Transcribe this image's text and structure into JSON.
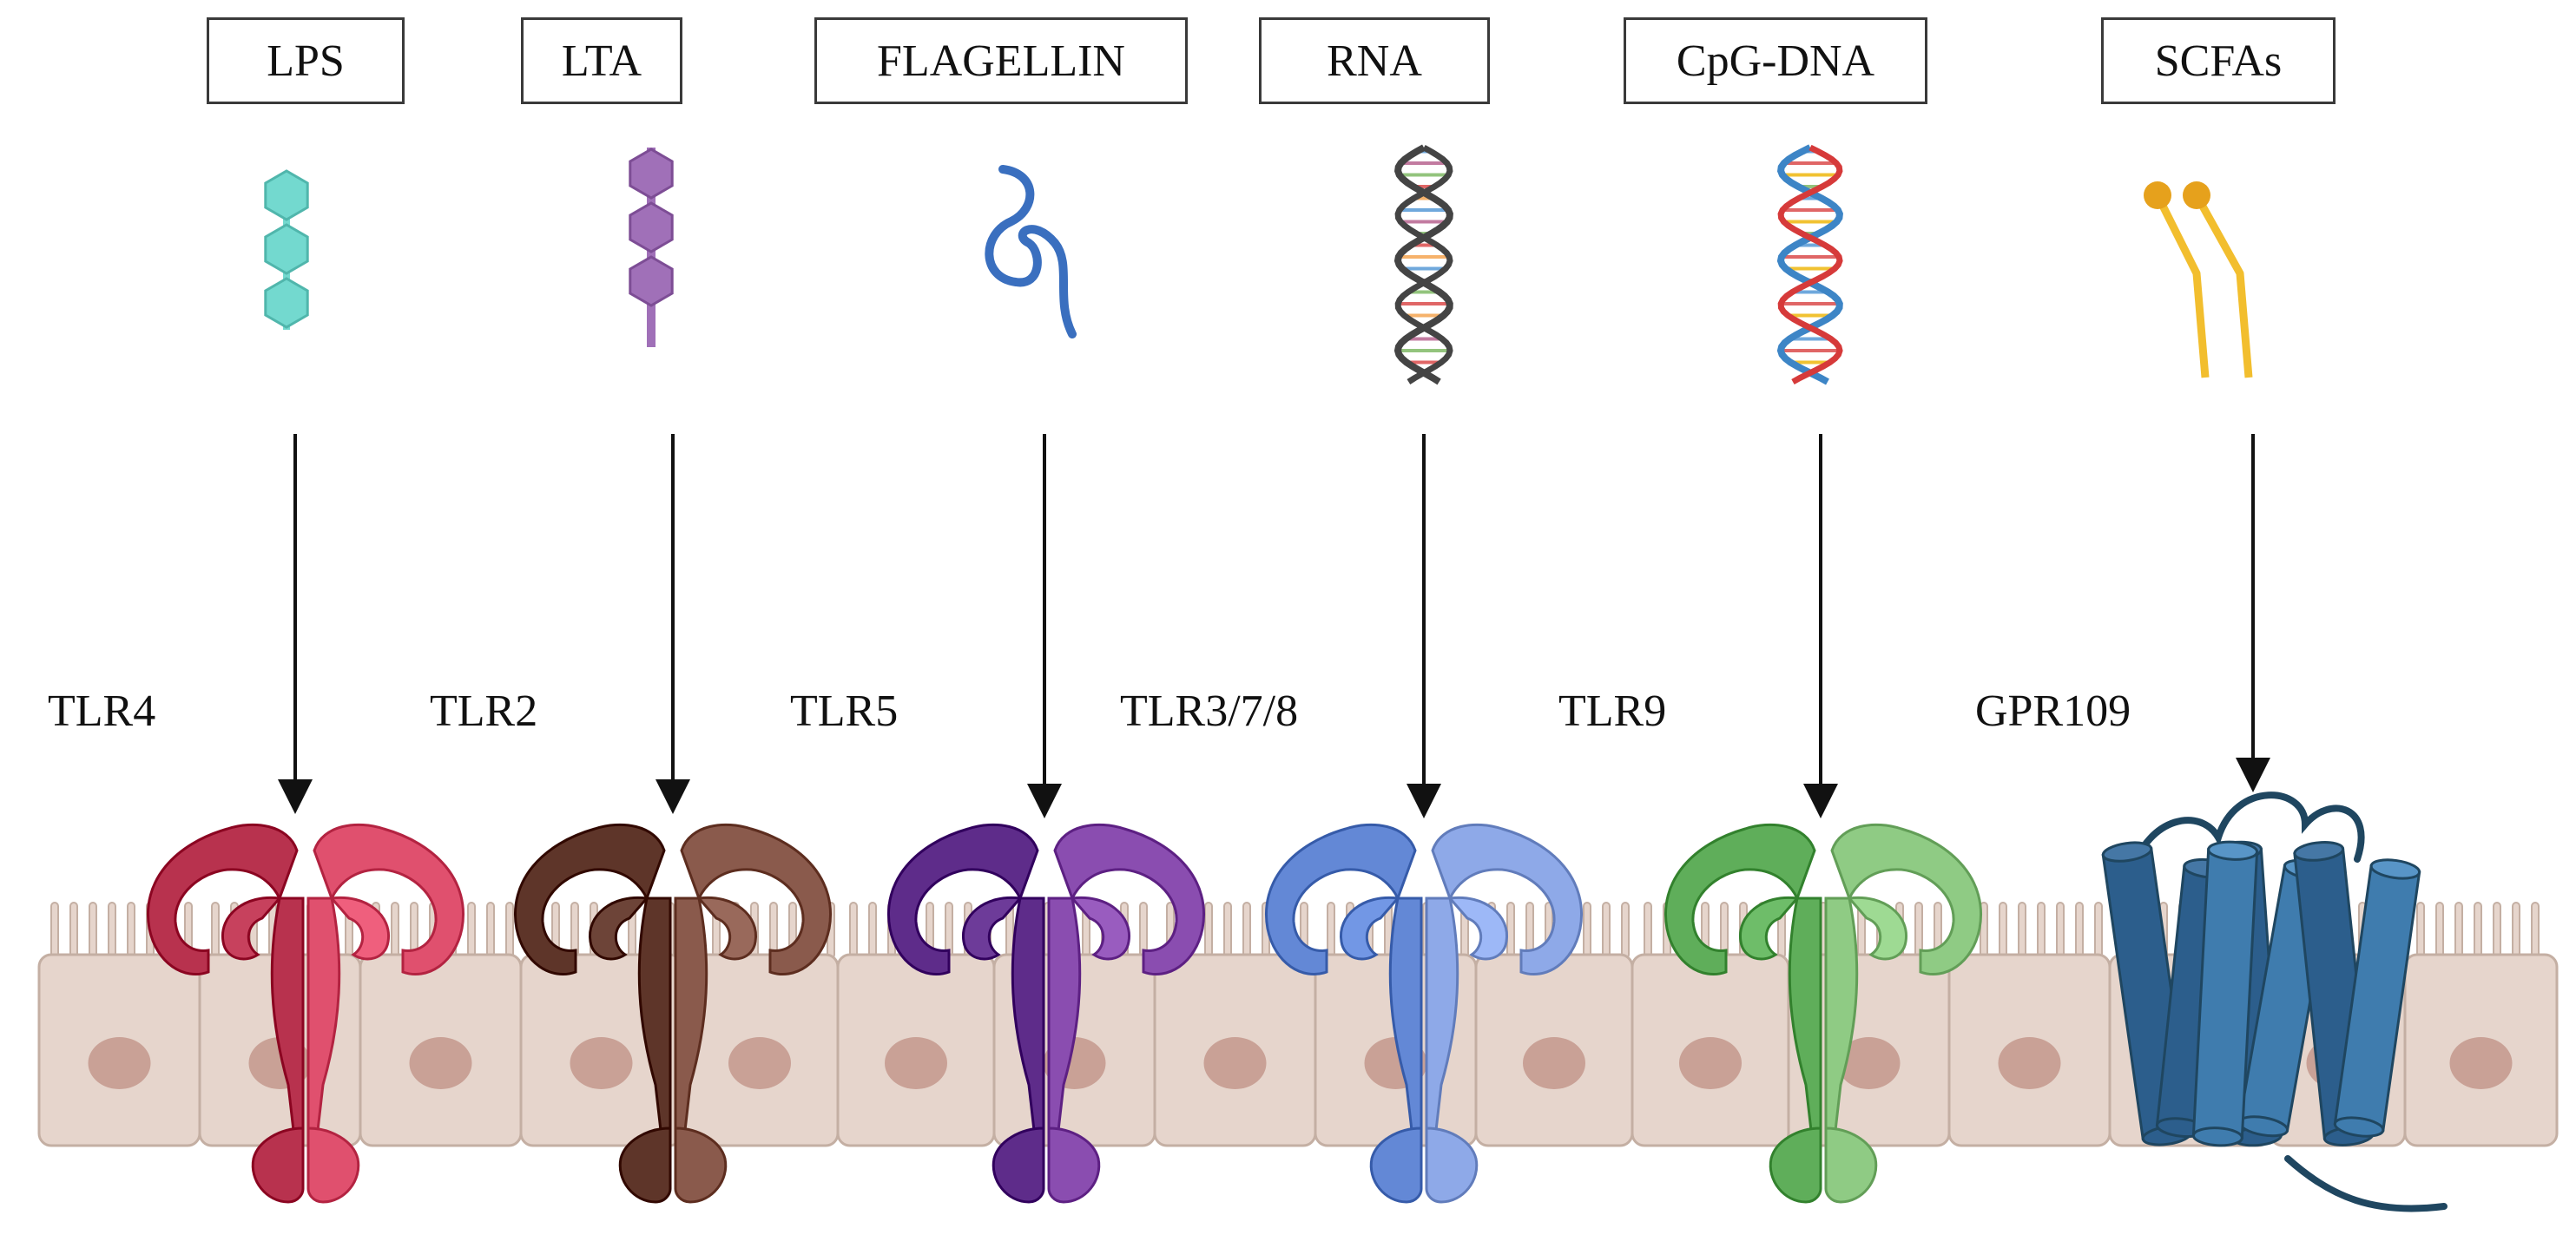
{
  "ligands": [
    {
      "label": "LPS",
      "icon": "lps-hexagon-chain-icon",
      "color": "#73D9CF"
    },
    {
      "label": "LTA",
      "icon": "lta-hexagon-chain-icon",
      "color": "#A070B8"
    },
    {
      "label": "FLAGELLIN",
      "icon": "flagellin-squiggle-icon",
      "color": "#3A6FBF"
    },
    {
      "label": "RNA",
      "icon": "rna-helix-icon",
      "color": "#444444"
    },
    {
      "label": "CpG-DNA",
      "icon": "dna-double-helix-icon",
      "color": "#D63A3A"
    },
    {
      "label": "SCFAs",
      "icon": "scfa-chains-icon",
      "color": "#F2BE2E"
    }
  ],
  "receptors": [
    {
      "label": "TLR4",
      "kind": "tlr",
      "colors": [
        "#E0506E",
        "#B8324E"
      ]
    },
    {
      "label": "TLR2",
      "kind": "tlr",
      "colors": [
        "#8A5A4C",
        "#5E3529"
      ]
    },
    {
      "label": "TLR5",
      "kind": "tlr",
      "colors": [
        "#8A4DB0",
        "#5E2C8A"
      ]
    },
    {
      "label": "TLR3/7/8",
      "kind": "tlr",
      "colors": [
        "#8EA9E8",
        "#6388D6"
      ]
    },
    {
      "label": "TLR9",
      "kind": "tlr",
      "colors": [
        "#8FCB84",
        "#5FAE5A"
      ]
    },
    {
      "label": "GPR109",
      "kind": "gpcr",
      "colors": [
        "#3F7CAE",
        "#2C5E8C"
      ]
    }
  ],
  "epithelium": {
    "cell_fill": "#E6D5CC",
    "cell_stroke": "#C4AFA3",
    "nucleus": "#C9A196"
  }
}
